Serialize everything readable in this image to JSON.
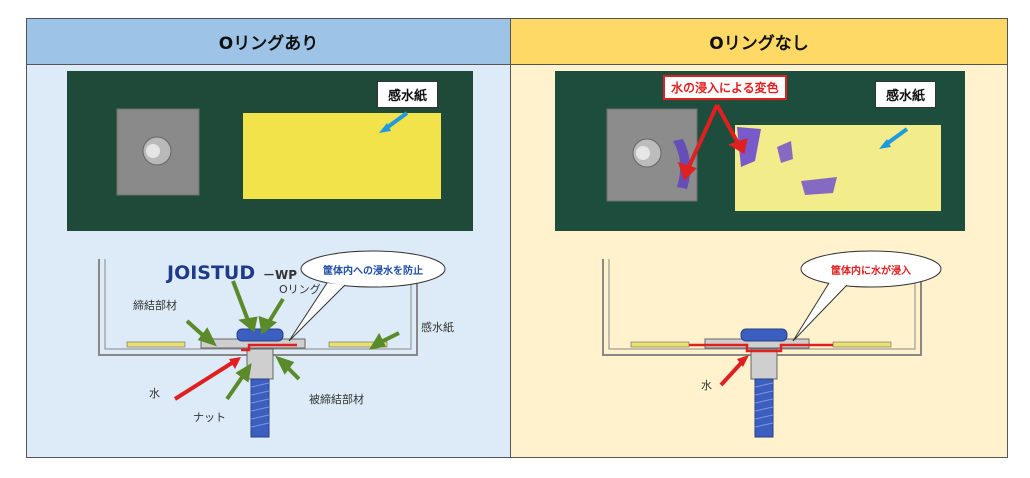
{
  "left": {
    "header": "Oリングあり",
    "photo_label": "感水紙",
    "brand": "JOISTUD",
    "brand_suffix": "－WP",
    "callout": "筐体内への浸水を防止",
    "labels": {
      "fastened_member": "締結部材",
      "o_ring": "Oリング",
      "water_paper": "感水紙",
      "water": "水",
      "nut": "ナット",
      "fastened_base": "被締結部材"
    }
  },
  "right": {
    "header": "Oリングなし",
    "photo_label": "感水紙",
    "discolor_label": "水の浸入による変色",
    "callout": "筐体内に水が浸入",
    "water": "水"
  },
  "colors": {
    "left_header": "#9dc3e6",
    "left_bg": "#dcebf7",
    "right_header": "#ffd966",
    "right_bg": "#fff2cc",
    "arrow_red": "#e02020",
    "arrow_green": "#5a8a2a",
    "bolt_blue": "#3b5fc0"
  }
}
